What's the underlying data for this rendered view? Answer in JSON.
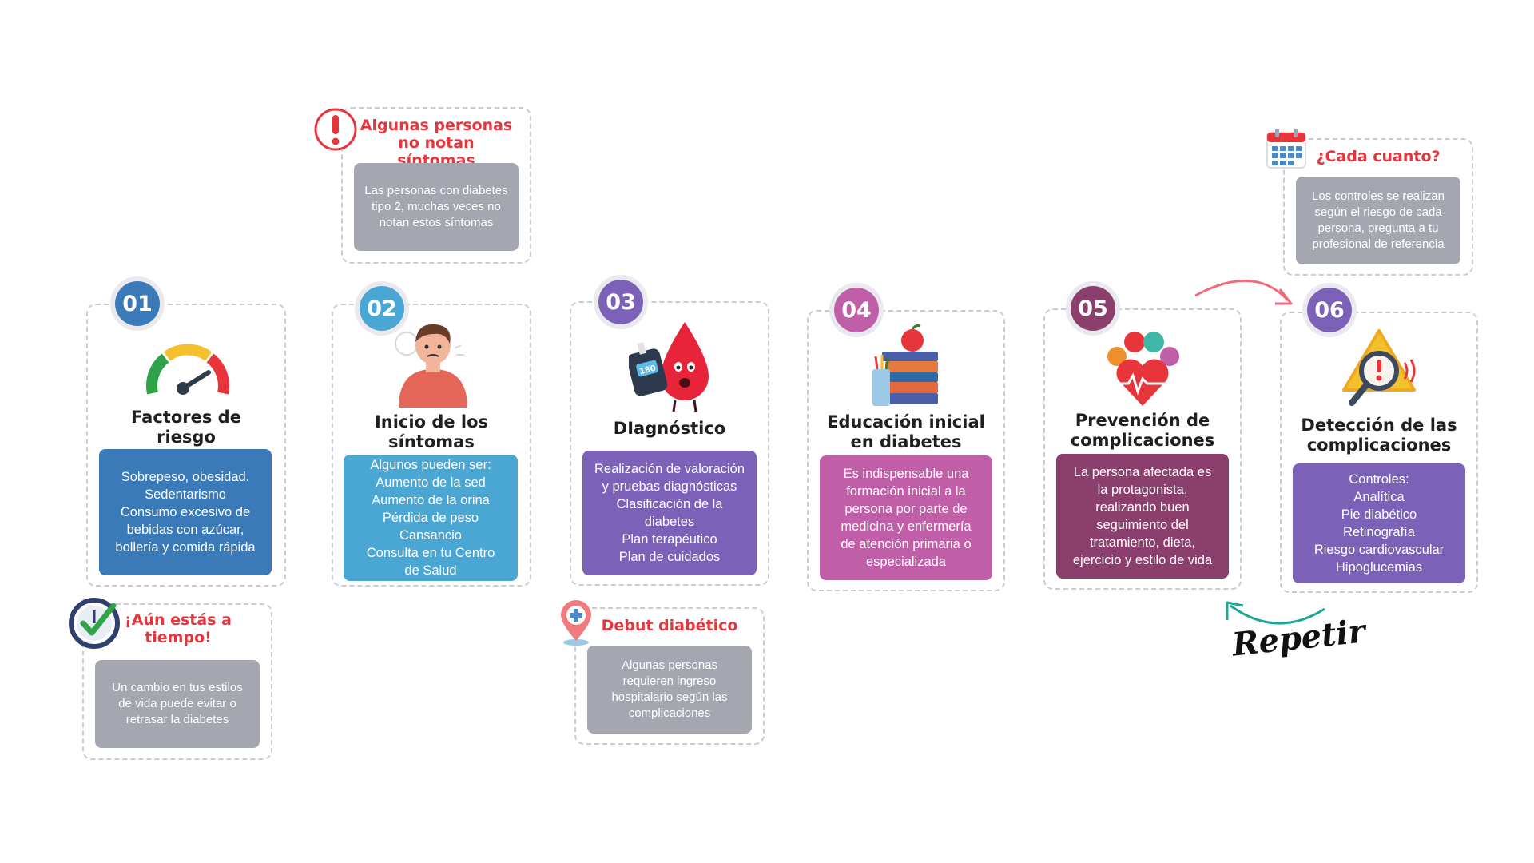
{
  "colors": {
    "step1": "#3a7ab8",
    "step2": "#4aa6d2",
    "step3": "#7b62b8",
    "step4": "#c05ea8",
    "step5": "#8a3f6d",
    "step6": "#7b62b8",
    "note_title": "#e8343b",
    "note_box": "#a4a6b0",
    "arrow_top": "#ef6b7a",
    "arrow_bottom": "#1ea69a"
  },
  "steps": [
    {
      "number": "01",
      "icon": "speedometer-icon",
      "title_lines": [
        "Factores de",
        "riesgo"
      ],
      "lines": [
        "Sobrepeso, obesidad.",
        "Sedentarismo",
        "Consumo excesivo de",
        "bebidas con azúcar,",
        "bollería y comida rápida"
      ]
    },
    {
      "number": "02",
      "icon": "tired-person-icon",
      "title_lines": [
        "Inicio de los",
        "síntomas"
      ],
      "lines": [
        "Algunos pueden ser:",
        "Aumento de la sed",
        "Aumento de la orina",
        "Pérdida de peso",
        "Cansancio",
        "Consulta en tu Centro",
        "de Salud"
      ]
    },
    {
      "number": "03",
      "icon": "blood-drop-glucometer-icon",
      "title_lines": [
        "DIagnóstico"
      ],
      "lines": [
        "Realización de valoración",
        "y pruebas diagnósticas",
        "Clasificación de la",
        "diabetes",
        "Plan terapéutico",
        "Plan de cuidados"
      ]
    },
    {
      "number": "04",
      "icon": "books-apple-icon",
      "title_lines": [
        "Educación inicial",
        "en diabetes"
      ],
      "lines": [
        "Es indispensable una",
        "formación inicial a la",
        "persona por parte de",
        "medicina y enfermería",
        "de atención primaria o",
        "especializada"
      ]
    },
    {
      "number": "05",
      "icon": "healthy-lifestyle-heart-icon",
      "title_lines": [
        "Prevención de",
        "complicaciones"
      ],
      "lines": [
        "La persona afectada es",
        "la protagonista,",
        "realizando buen",
        "seguimiento del",
        "tratamiento, dieta,",
        "ejercicio y estilo de vida"
      ]
    },
    {
      "number": "06",
      "icon": "warning-magnifier-icon",
      "title_lines": [
        "Detección de las",
        "complicaciones"
      ],
      "lines": [
        "Controles:",
        "Analítica",
        "Pie diabético",
        "Retinografía",
        "Riesgo cardiovascular",
        "Hipoglucemias"
      ]
    }
  ],
  "notes": {
    "symptoms": {
      "icon": "exclamation-icon",
      "title_lines": [
        "Algunas personas",
        "no notan síntomas"
      ],
      "text": "Las personas con diabetes tipo 2, muchas veces no notan estos síntomas"
    },
    "time": {
      "icon": "clock-check-icon",
      "title_lines": [
        "¡Aún estás a",
        "tiempo!"
      ],
      "text": "Un cambio en tus estilos de vida puede evitar o retrasar la diabetes"
    },
    "debut": {
      "icon": "location-medical-icon",
      "title_lines": [
        "Debut diabético"
      ],
      "text": "Algunas personas requieren ingreso hospitalario según las complicaciones"
    },
    "frequency": {
      "icon": "calendar-icon",
      "title_lines": [
        "¿Cada cuanto?"
      ],
      "text": "Los controles se realizan según el riesgo de cada persona, pregunta a tu profesional de referencia"
    }
  },
  "cycle_label": "Repetir",
  "glucometer_reading": "180"
}
